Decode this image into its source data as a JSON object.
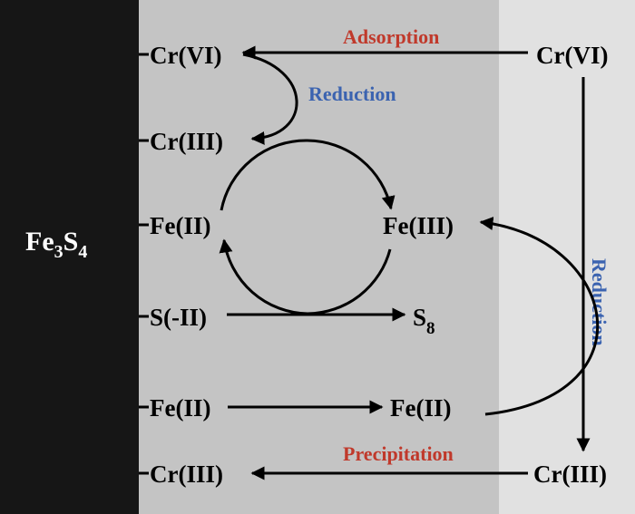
{
  "colors": {
    "mineral_panel": "#161616",
    "surface_panel": "#c4c4c4",
    "solution_panel": "#e1e1e1",
    "process_red": "#c0392b",
    "process_blue": "#3b63b0"
  },
  "mineral": {
    "base": "Fe",
    "sub1": "3",
    "mid": "S",
    "sub2": "4"
  },
  "surface": {
    "cr6": "Cr(VI)",
    "cr3": "Cr(III)",
    "fe2": "Fe(II)",
    "fe3": "Fe(III)",
    "s2": "S(-II)",
    "s8_base": "S",
    "s8_sub": "8",
    "fe2_released_src": "Fe(II)",
    "fe2_released": "Fe(II)",
    "cr3_precip": "Cr(III)"
  },
  "solution": {
    "cr6": "Cr(VI)",
    "cr3": "Cr(III)"
  },
  "processes": {
    "adsorption": "Adsorption",
    "reduction_surface": "Reduction",
    "reduction_solution": "Reduction",
    "precipitation": "Precipitation"
  }
}
